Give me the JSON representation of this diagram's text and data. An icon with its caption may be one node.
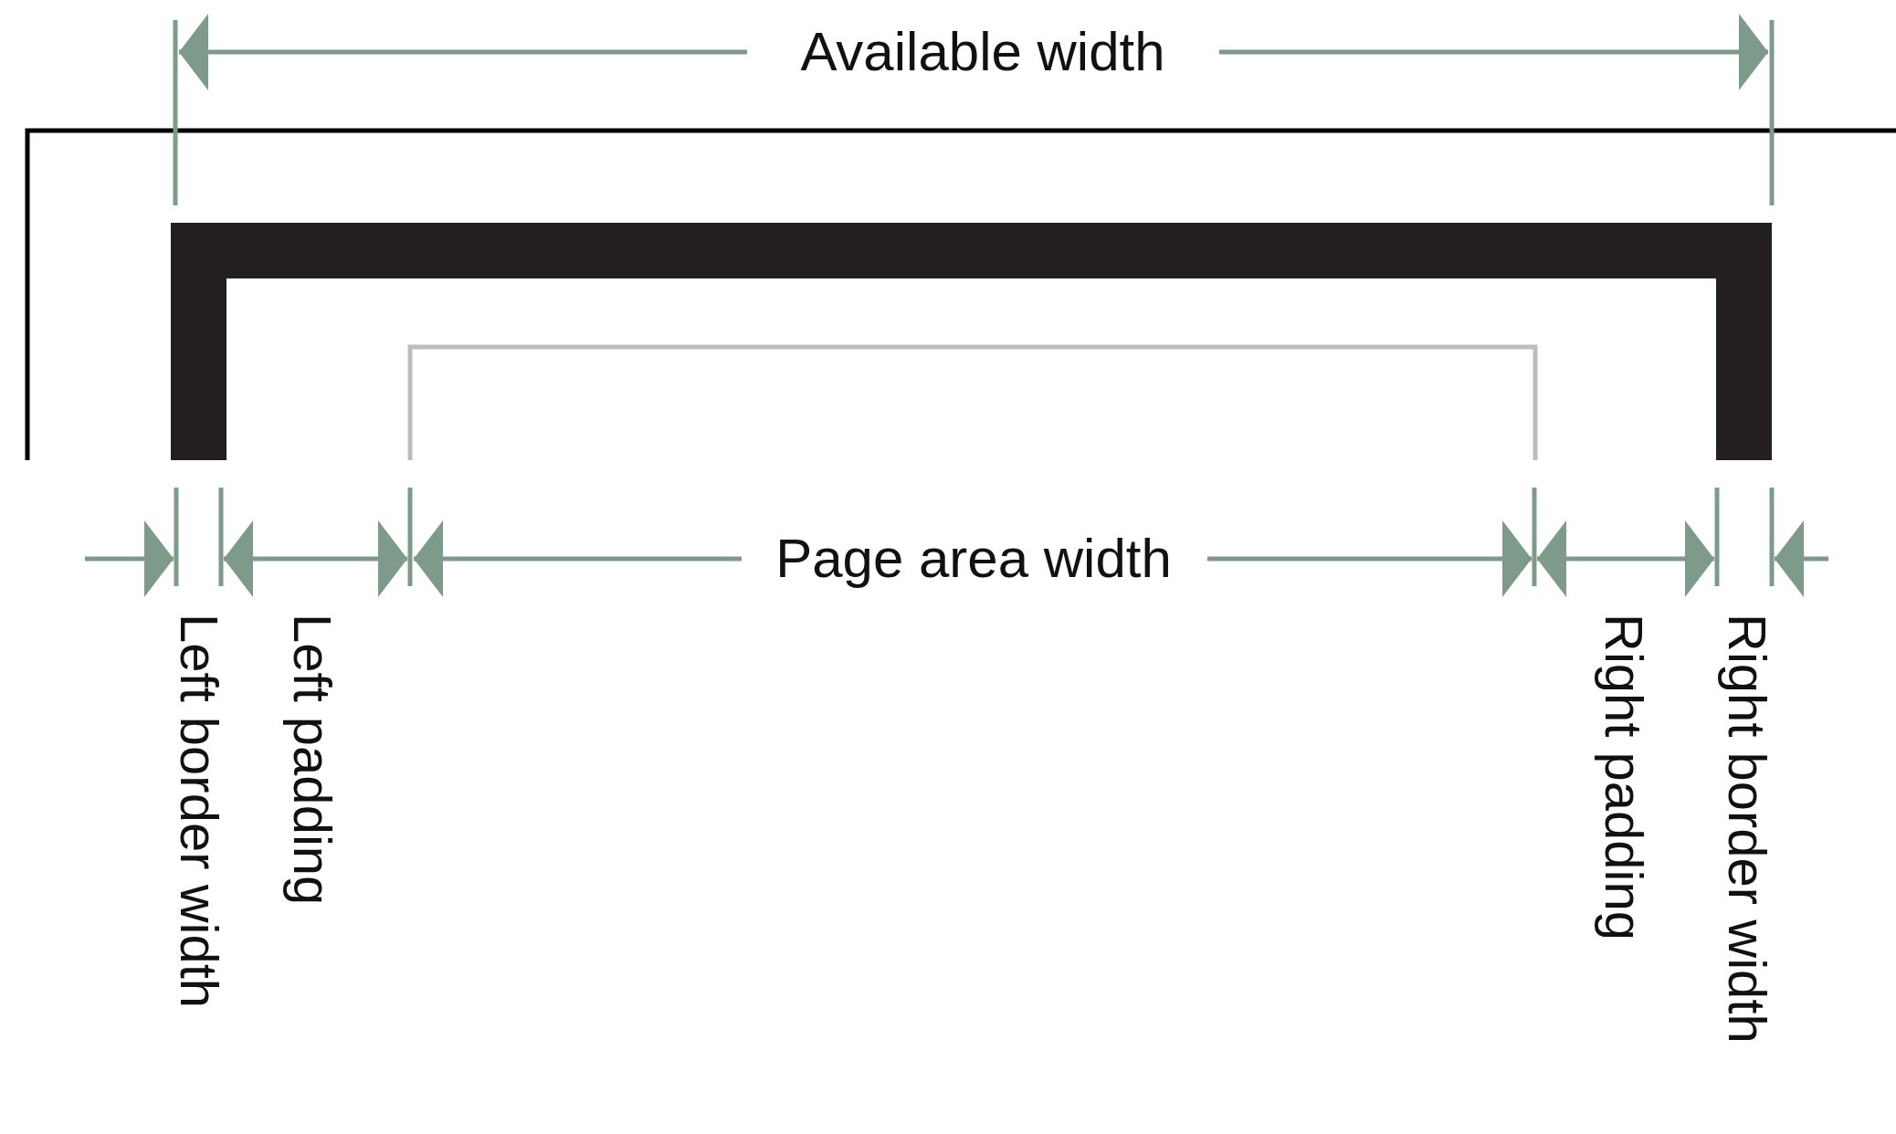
{
  "diagram": {
    "labels": [
      "Available width",
      "Page area width",
      "Left border width",
      "Left padding",
      "Right padding",
      "Right border width"
    ]
  }
}
